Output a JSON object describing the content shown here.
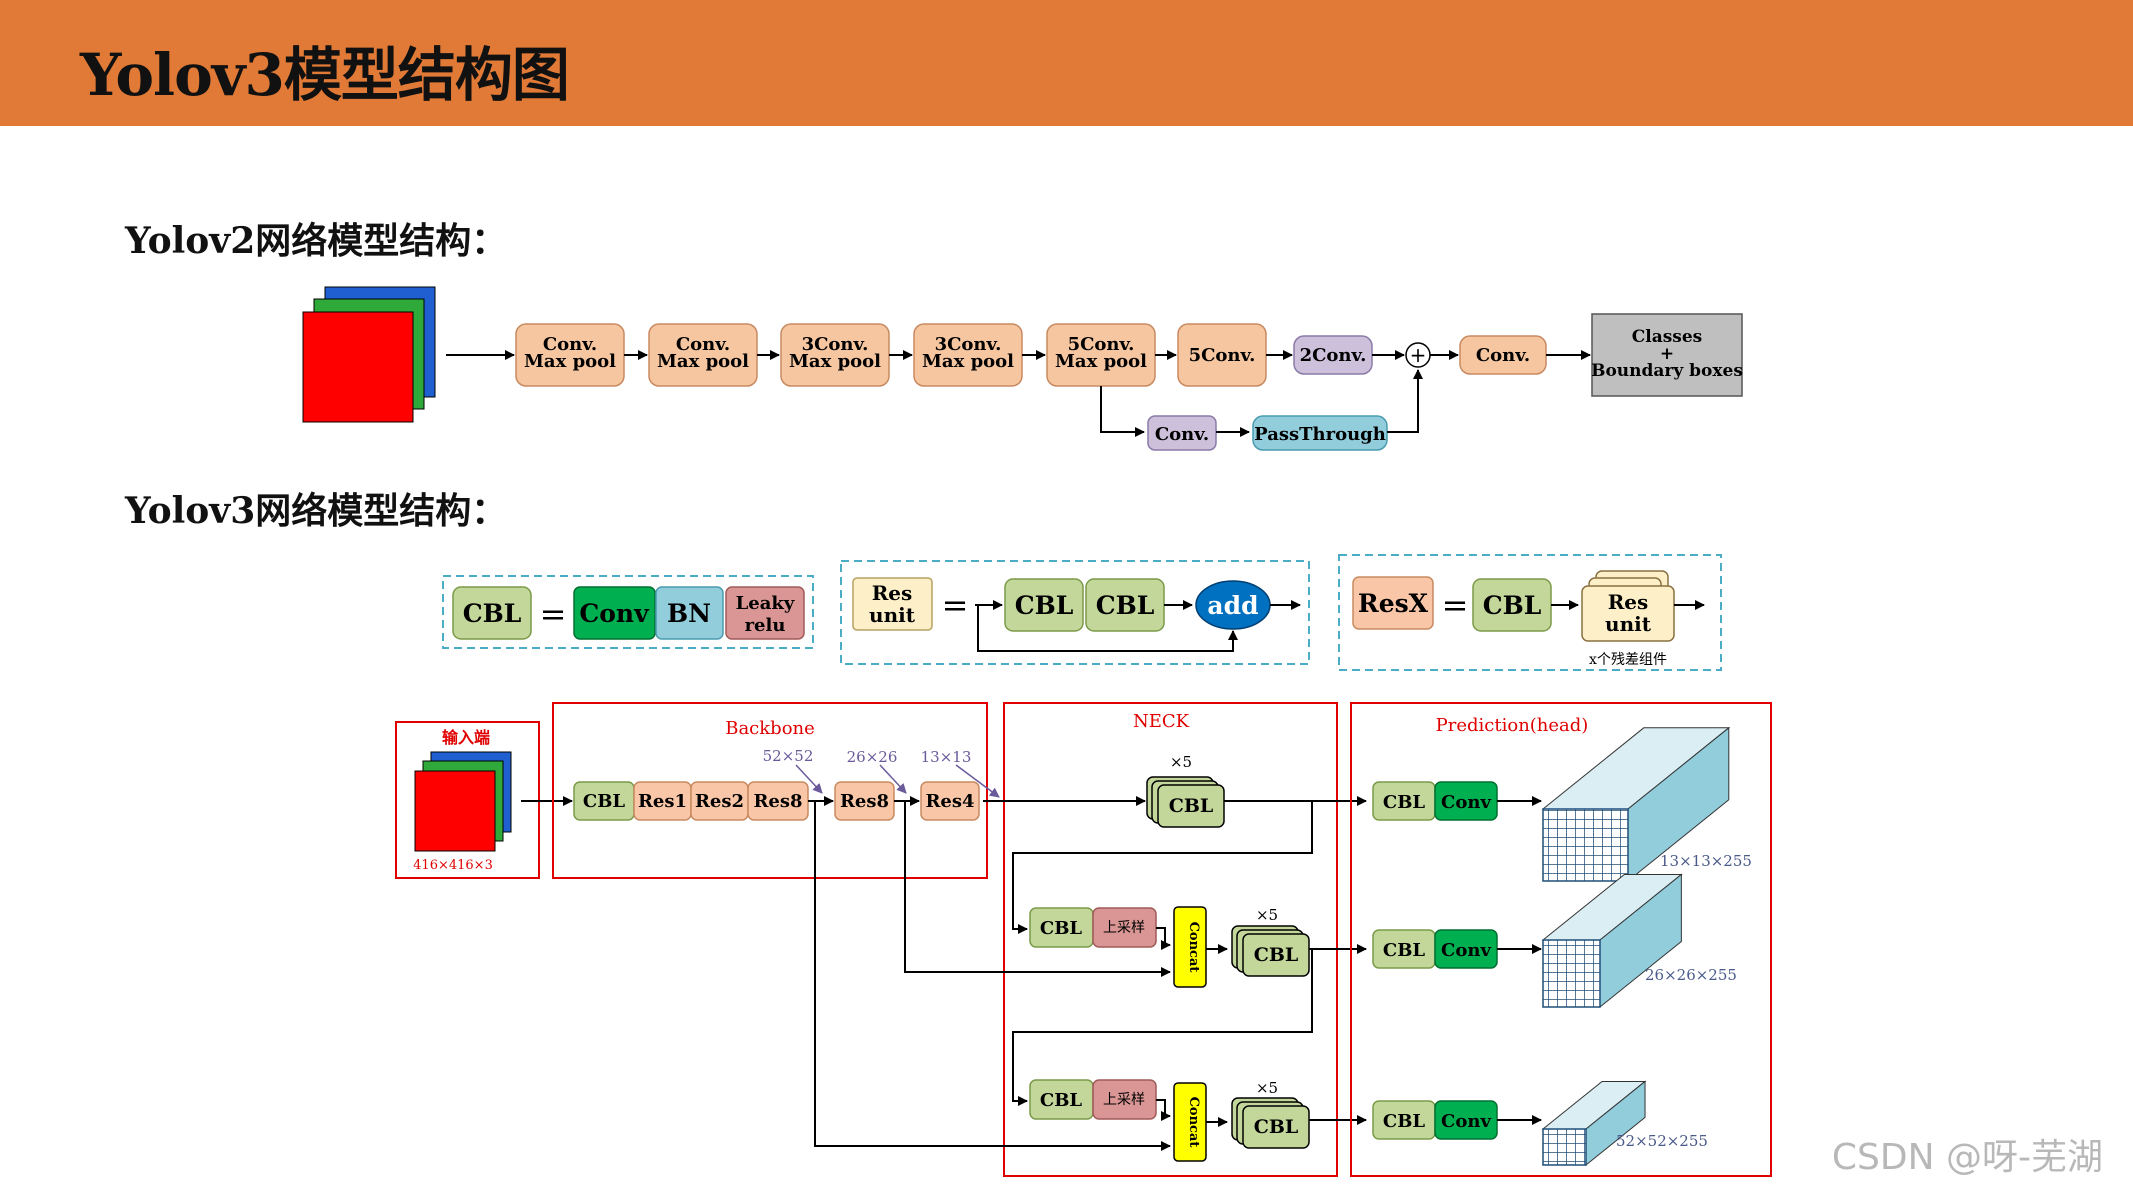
{
  "page": {
    "title": "Yolov3模型结构图",
    "section_v2": "Yolov2网络模型结构：",
    "section_v3": "Yolov3网络模型结构："
  },
  "yolov2": {
    "blocks": [
      "Conv.|Max pool",
      "Conv.|Max pool",
      "3Conv.|Max pool",
      "3Conv.|Max pool",
      "5Conv.|Max pool",
      "5Conv.",
      "2Conv.",
      "Conv."
    ],
    "branch_conv": "Conv.",
    "passthrough": "PassThrough",
    "output": "Classes|+|Boundary boxes",
    "plus": "+"
  },
  "legend": {
    "cbl": "CBL",
    "equals": "=",
    "conv": "Conv",
    "bn": "BN",
    "leaky": "Leaky|relu",
    "res_unit": "Res|unit",
    "add": "add",
    "resx": "ResX",
    "res_unit_stack": "Res|unit",
    "resx_note": "x个残差组件"
  },
  "yolov3": {
    "input_title": "输入端",
    "input_size": "416×416×3",
    "backbone_title": "Backbone",
    "backbone_blocks": [
      "CBL",
      "Res1",
      "Res2",
      "Res8",
      "Res8",
      "Res4"
    ],
    "scale_labels": [
      "52×52",
      "26×26",
      "13×13"
    ],
    "neck_title": "NECK",
    "neck_cbl": "CBL",
    "times5": "×5",
    "upsample": "上采样",
    "concat": "Concat",
    "head_title": "Prediction(head)",
    "head_cbl": "CBL",
    "head_conv": "Conv",
    "outputs": [
      "13×13×255",
      "26×26×255",
      "52×52×255"
    ]
  },
  "watermark": "CSDN @呀-芜湖",
  "colors": {
    "header": "#e07a36",
    "peach": "#f5c6a0",
    "purple": "#ccc0da",
    "teal": "#92cddc",
    "gray": "#bfbfbf",
    "cbl": "#c4d79b",
    "conv": "#00b050",
    "bn": "#92cddc",
    "leaky": "#d99694",
    "add": "#0070c0",
    "resx": "#f9c7a7",
    "yellow": "#ffff00",
    "cube_top": "#dbeef4",
    "cube_side": "#92cddc",
    "red_frame": "#e00000",
    "dashed_frame": "#4bacc6"
  }
}
